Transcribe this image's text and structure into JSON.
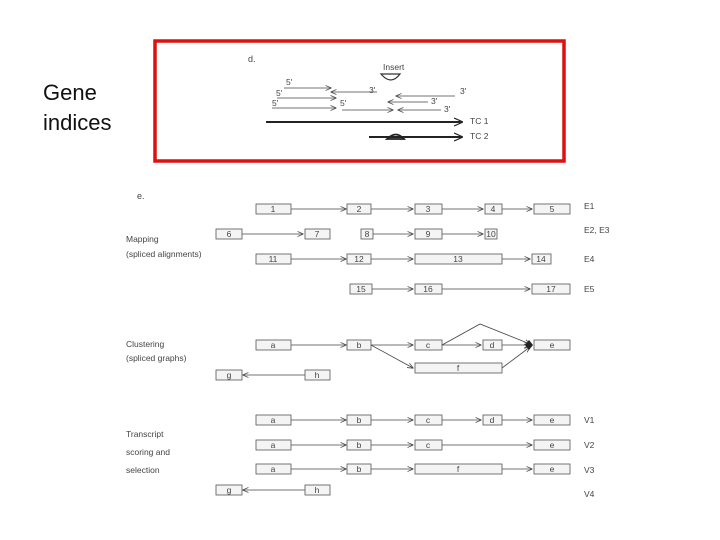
{
  "slide": {
    "title_line1": "Gene",
    "title_line2": "indices"
  },
  "panel_d": {
    "label": "d.",
    "insert_label": "Insert",
    "primes": [
      "5'",
      "5'",
      "5'",
      "5'",
      "3'",
      "3'",
      "3'",
      "3'"
    ],
    "tc1": "TC 1",
    "tc2": "TC 2",
    "highlight_color": "#dd1111"
  },
  "panel_e": {
    "label": "e.",
    "sections": {
      "mapping_line1": "Mapping",
      "mapping_line2": "(spliced alignments)",
      "clustering_line1": "Clustering",
      "clustering_line2": "(spliced graphs)",
      "transcript_line1": "Transcript",
      "transcript_line2": "scoring and",
      "transcript_line3": "selection"
    },
    "exons": [
      "1",
      "2",
      "3",
      "4",
      "5",
      "6",
      "7",
      "8",
      "9",
      "10",
      "11",
      "12",
      "13",
      "14",
      "15",
      "16",
      "17"
    ],
    "ests": [
      "E1",
      "E2, E3",
      "E4",
      "E5"
    ],
    "nodes": [
      "a",
      "b",
      "c",
      "d",
      "e",
      "f",
      "g",
      "h"
    ],
    "variants": [
      "V1",
      "V2",
      "V3",
      "V4"
    ]
  }
}
